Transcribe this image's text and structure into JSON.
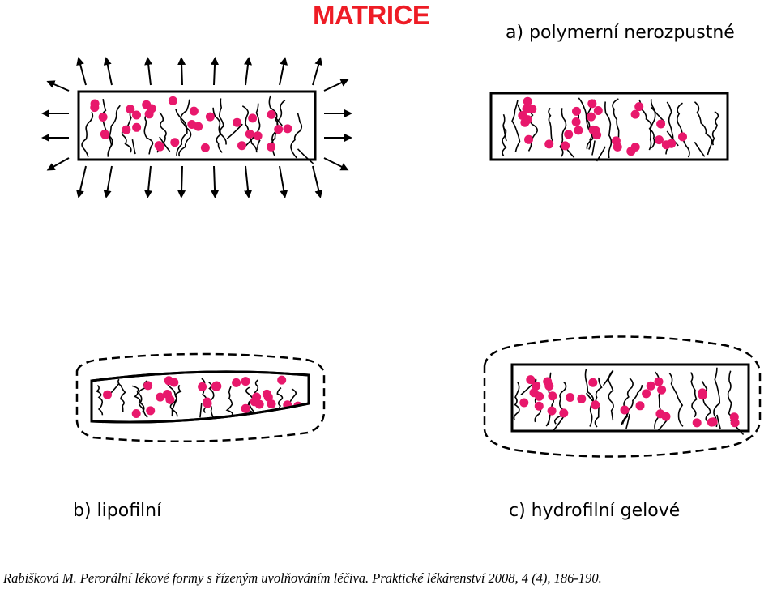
{
  "title": "MATRICE",
  "labels": {
    "a": "a) polymerní nerozpustné",
    "b": "b) lipofilní",
    "c": "c) hydrofilní gelové"
  },
  "citation": "Rabišková M. Perorální lékové formy s řízeným uvolňováním léčiva. Praktické lékárenství 2008, 4 (4), 186-190.",
  "colors": {
    "title": "#ee1c25",
    "drug_particle": "#e8186c",
    "polymer_line": "#000000"
  }
}
